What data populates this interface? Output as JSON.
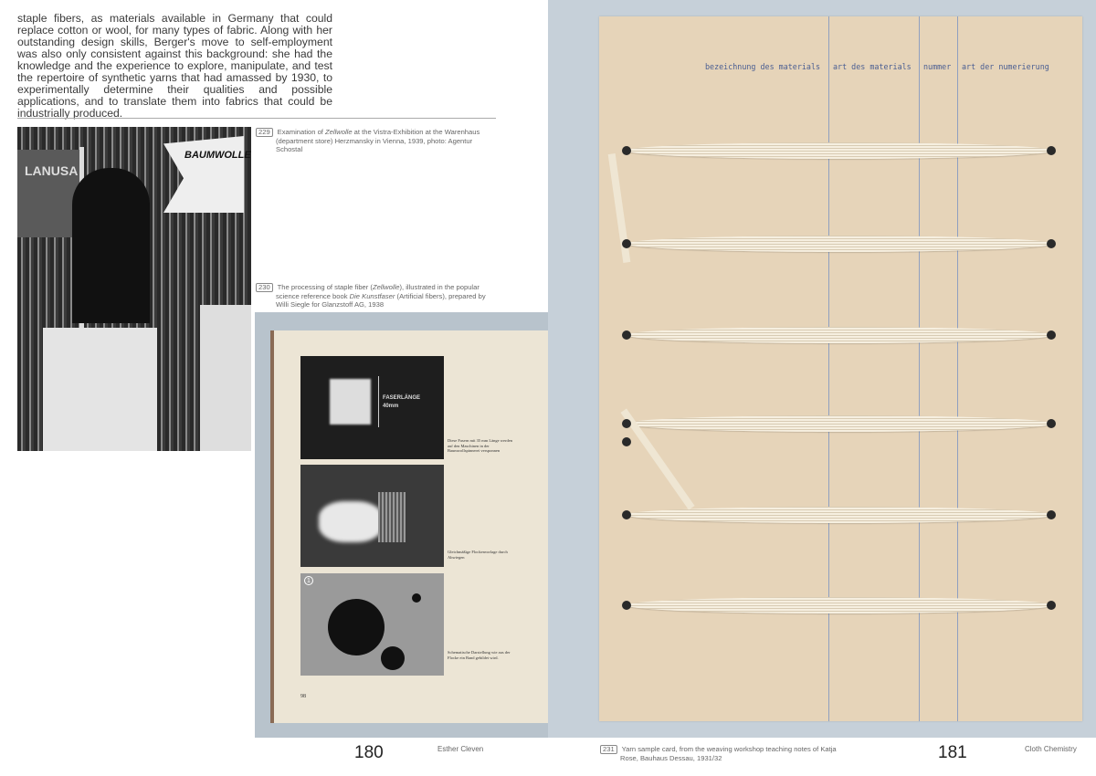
{
  "left_page": {
    "body_text": "staple fibers, as materials available in Germany that could replace cotton or wool, for many types of fabric. Along with her outstanding design skills, Berger's move to self-employment was also only consistent against this background: she had the knowledge and the experience to explore, manipulate, and test the repertoire of synthetic yarns that had amassed by 1930, to experimentally determine their qualities and possible applications, and to translate them into fabrics that could be industrially produced.",
    "captions": [
      {
        "number": "229",
        "pre": "Examination of ",
        "italic": "Zellwolle",
        "post": " at the Vistra-Exhibition at the Warenhaus (department store) Herzmansky in Vienna, 1939, photo: Agentur Schostal"
      },
      {
        "number": "230",
        "pre": "The processing of staple fiber (",
        "italic": "Zellwolle",
        "mid": "), illustrated in the popular science reference book ",
        "italic2": "Die Kunstfaser",
        "post": " (Artificial fibers), prepared by Willi Siegle for Glanzstoff AG, 1938"
      }
    ],
    "photo1_signs": {
      "left": "LANUSA",
      "right": "BAUMWOLLE"
    },
    "book": {
      "label_fiber": "FASERLÄNGE",
      "label_length": "40mm",
      "captions": [
        "Diese Fasern mit 35 mm Länge werden auf den Maschinen in der Baumwollspinnerei versponnen",
        "Gleichmäßige Flockenvorlage durch Abwiegen",
        "Schematische Darstellung wie aus der Flocke ein Band gebildet wird."
      ],
      "diagram_number": "1",
      "page_number": "98"
    },
    "page_number": "180",
    "author": "Esther Cleven"
  },
  "right_page": {
    "card_headers": [
      "bezeichnung des materials",
      "art des materials",
      "nummer",
      "art der numerierung"
    ],
    "caption": {
      "number": "231",
      "text": "Yarn sample card, from the weaving workshop teaching notes of Katja Rose, Bauhaus Dessau, 1931/32"
    },
    "page_number": "181",
    "chapter": "Cloth Chemistry"
  },
  "colors": {
    "card": "#e6d4b9",
    "background": "#c6d0d9",
    "typewriter": "#4a5e92"
  }
}
